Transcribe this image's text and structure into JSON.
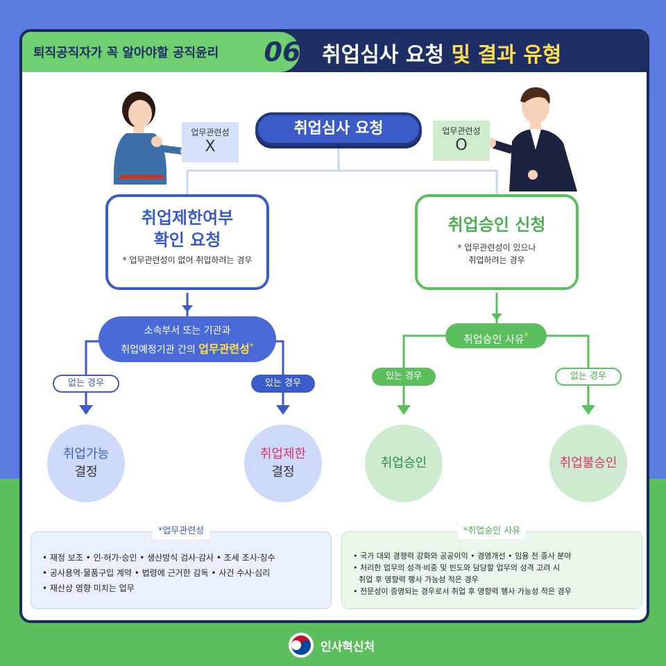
{
  "header": {
    "subtitle": "퇴직공직자가 꼭 알아야할 공직윤리",
    "number": "06",
    "title_part1": "취업심사 요청 ",
    "title_part2": "및",
    "title_part3": " 결과 유형"
  },
  "top": {
    "main_label": "취업심사 요청"
  },
  "notes": {
    "left_label": "업무관련성",
    "left_mark": "X",
    "right_label": "업무관련성",
    "right_mark": "O"
  },
  "left_box": {
    "title1": "취업제한여부",
    "title2": "확인 요청",
    "note": "* 업무관련성이 없어 취업하려는 경우"
  },
  "right_box": {
    "title": "취업승인 신청",
    "note1": "* 업무관련성이 있으나",
    "note2": "취업하려는 경우"
  },
  "left_condition": {
    "line1": "소속부서 또는 기관과",
    "line2": "취업예정기관 간의 ",
    "highlight": "업무관련성",
    "star": "*"
  },
  "right_condition": {
    "label": "취업승인 사유",
    "star": "*"
  },
  "tags": {
    "left_no": "없는 경우",
    "left_yes": "있는 경우",
    "right_yes": "있는 경우",
    "right_no": "없는 경우"
  },
  "results": {
    "r1_line1": "취업가능",
    "r1_line2": "결정",
    "r2_line1": "취업제한",
    "r2_line2": "결정",
    "r3": "취업승인",
    "r4": "취업불승인"
  },
  "panel_left": {
    "label": "*업무관련성",
    "line1": "• 재정 보조  • 인·허가·승인  • 생산방식 검사·감사  • 조세 조사·징수",
    "line2": "• 공사용역·물품구입 계약  • 법령에 근거한 감독  • 사건 수사·심리",
    "line3": "• 재산상 영향 미치는 업무"
  },
  "panel_right": {
    "label": "*취업승인 사유",
    "line1": "• 국가 대외 경쟁력 강화와 공공이익  • 경영개선  • 임용 전 종사 분야",
    "line2": "• 처리한 업무의 성격·비중 및 빈도와 담당할 업무의 성격 고려 시",
    "line3": "  취업 후 영향력 행사 가능성 적은 경우",
    "line4": "• 전문성이 증명되는 경우로서  취업 후 영향력 행사 가능성 적은 경우"
  },
  "footer": {
    "org": "인사혁신처"
  },
  "colors": {
    "blue": "#3b5bc8",
    "green": "#5cbf5e",
    "navy": "#1e2f66",
    "yellow": "#ffe04a",
    "pink": "#e0306a"
  }
}
